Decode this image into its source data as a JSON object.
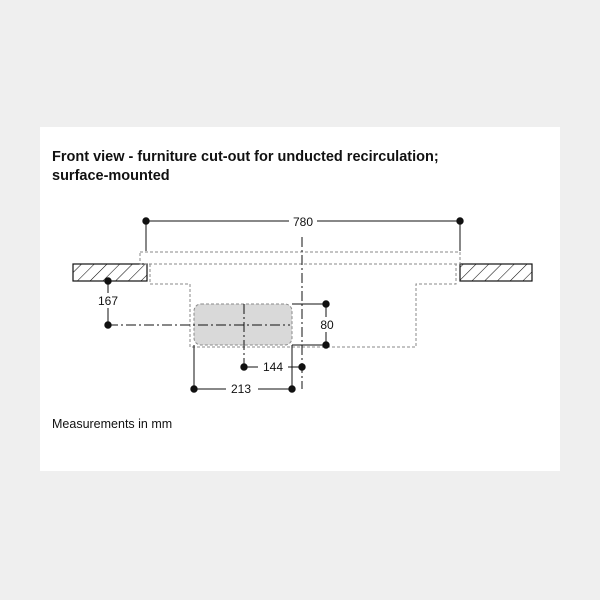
{
  "title": {
    "line1": "Front view - furniture cut-out for unducted recirculation;",
    "line2": "surface-mounted"
  },
  "dimensions": {
    "overall_width": "780",
    "height_offset": "167",
    "duct_height": "80",
    "inner_offset": "144",
    "outer_offset": "213"
  },
  "note": "Measurements in mm",
  "colors": {
    "line": "#111111",
    "dashed": "#8a8a8a",
    "duct_fill": "#d9d9d9",
    "background": "#ffffff",
    "frame": "#efefef"
  }
}
